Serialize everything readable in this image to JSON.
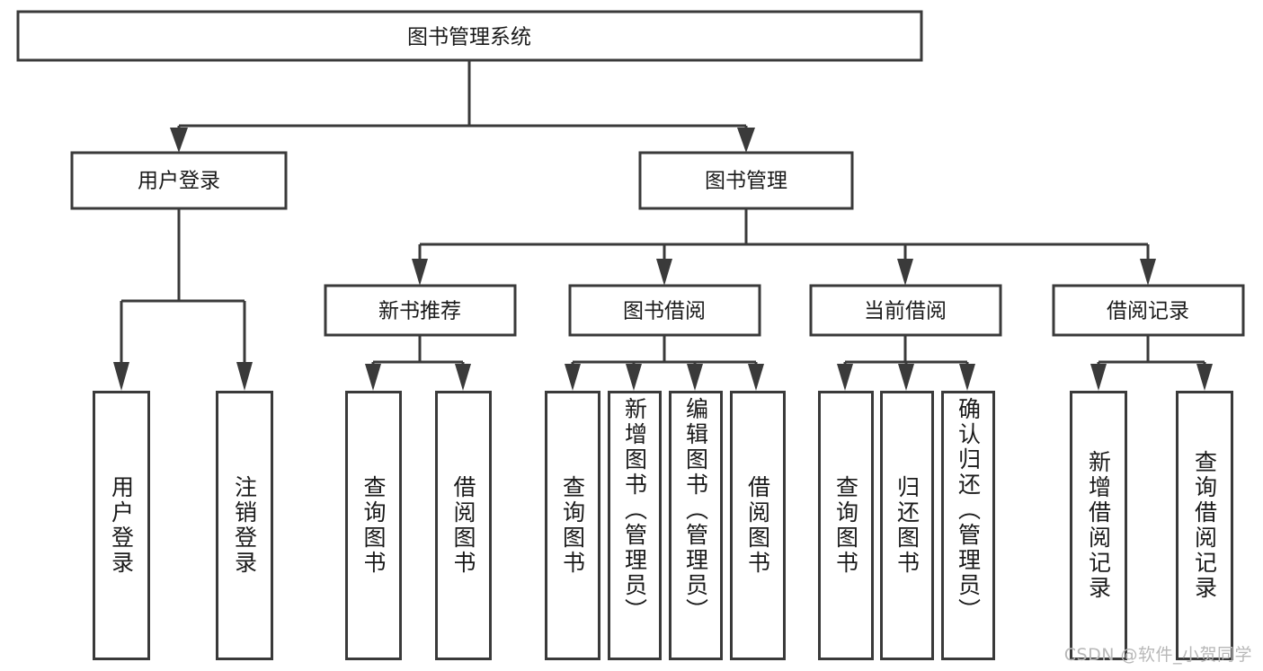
{
  "diagram": {
    "type": "tree-hierarchy",
    "orientation": "top-down",
    "root": {
      "id": "root",
      "label": "图书管理系统"
    },
    "level2": [
      {
        "id": "user-login",
        "label": "用户登录"
      },
      {
        "id": "book-manage",
        "label": "图书管理"
      }
    ],
    "level3": [
      {
        "id": "new-book-recommend",
        "label": "新书推荐",
        "parent": "book-manage"
      },
      {
        "id": "book-borrow",
        "label": "图书借阅",
        "parent": "book-manage"
      },
      {
        "id": "current-borrow",
        "label": "当前借阅",
        "parent": "book-manage"
      },
      {
        "id": "borrow-record",
        "label": "借阅记录",
        "parent": "book-manage"
      }
    ],
    "leaves": [
      {
        "id": "leaf-user-login",
        "label": "用户登录",
        "parent": "user-login"
      },
      {
        "id": "leaf-logout-login",
        "label": "注销登录",
        "parent": "user-login"
      },
      {
        "id": "leaf-query-book-1",
        "label": "查询图书",
        "parent": "new-book-recommend"
      },
      {
        "id": "leaf-borrow-book-1",
        "label": "借阅图书",
        "parent": "new-book-recommend"
      },
      {
        "id": "leaf-query-book-2",
        "label": "查询图书",
        "parent": "book-borrow"
      },
      {
        "id": "leaf-add-book",
        "label": "新增图书（管理员）",
        "parent": "book-borrow"
      },
      {
        "id": "leaf-edit-book",
        "label": "编辑图书（管理员）",
        "parent": "book-borrow"
      },
      {
        "id": "leaf-borrow-book-2",
        "label": "借阅图书",
        "parent": "book-borrow"
      },
      {
        "id": "leaf-query-book-3",
        "label": "查询图书",
        "parent": "current-borrow"
      },
      {
        "id": "leaf-return-book",
        "label": "归还图书",
        "parent": "current-borrow"
      },
      {
        "id": "leaf-confirm-return",
        "label": "确认归还（管理员）",
        "parent": "current-borrow"
      },
      {
        "id": "leaf-add-record",
        "label": "新增借阅记录",
        "parent": "borrow-record"
      },
      {
        "id": "leaf-query-record",
        "label": "查询借阅记录",
        "parent": "borrow-record"
      }
    ]
  },
  "watermark": {
    "text": "CSDN @软件_小贺同学"
  },
  "colors": {
    "stroke": "#3a3a3a",
    "fill": "#ffffff",
    "text": "#1a1a1a",
    "watermark": "#b8b8b8"
  }
}
